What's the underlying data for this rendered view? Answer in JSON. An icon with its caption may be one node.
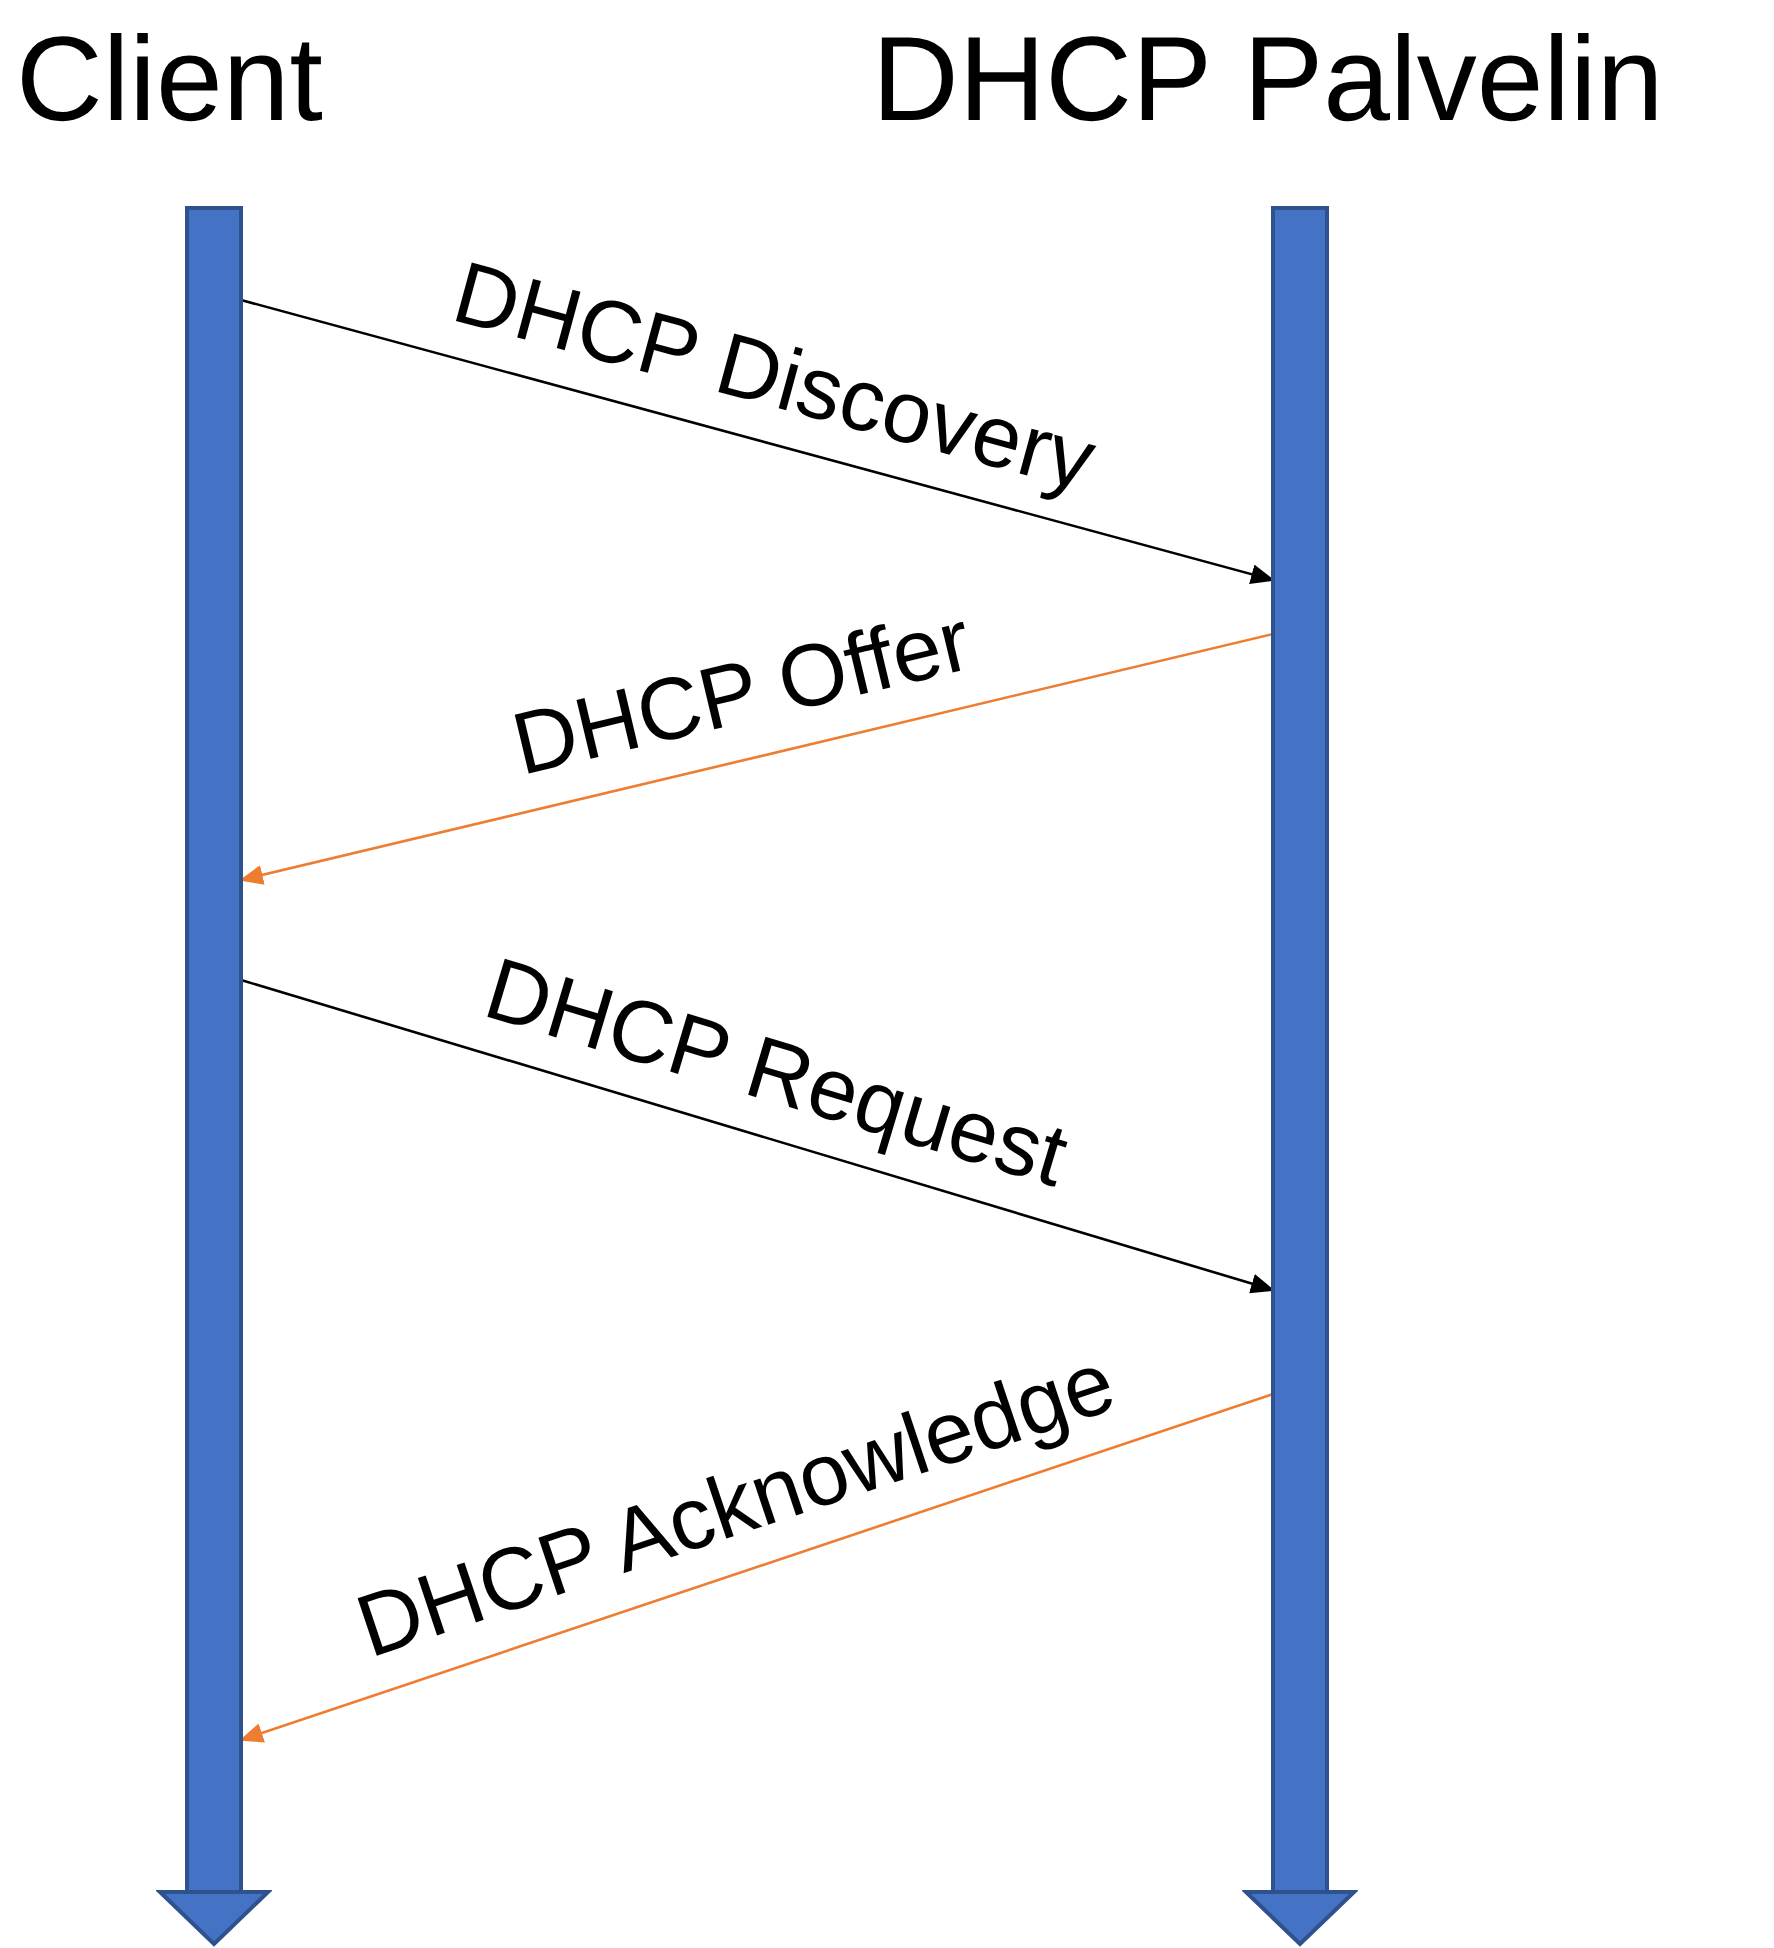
{
  "diagram": {
    "nodes": [
      {
        "text": [],
        "shape": "bar",
        "beside": [
          "Client"
        ]
      },
      {
        "text": [],
        "shape": "bar",
        "beside": [
          "DHCP Palvelin"
        ]
      }
    ],
    "edges": [
      {
        "from": 0,
        "to": 1,
        "arrow": "to",
        "label": "DHCP Discovery"
      },
      {
        "from": 1,
        "to": 0,
        "arrow": "to",
        "label": "DHCP Offer",
        "color": "#ed7d31"
      },
      {
        "from": 0,
        "to": 1,
        "arrow": "to",
        "label": "DHCP Request"
      },
      {
        "from": 1,
        "to": 0,
        "arrow": "to",
        "label": "DHCP Acknowledge",
        "color": "#ed7d31"
      }
    ]
  }
}
